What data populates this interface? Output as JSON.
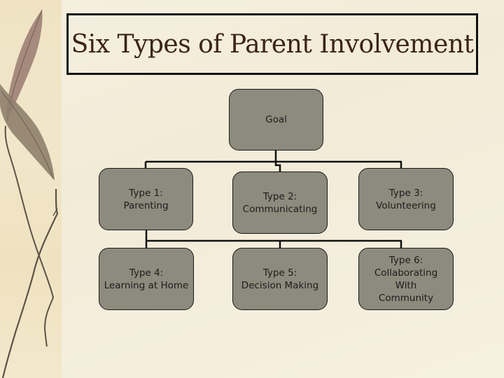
{
  "slide": {
    "title": "Six Types of Parent Involvement"
  },
  "diagram": {
    "root": {
      "label": "Goal"
    },
    "row1": [
      {
        "lines": [
          "Type 1:",
          "Parenting"
        ]
      },
      {
        "lines": [
          "Type 2:",
          "Communicating"
        ]
      },
      {
        "lines": [
          "Type 3:",
          "Volunteering"
        ]
      }
    ],
    "row2": [
      {
        "lines": [
          "Type 4:",
          "Learning at Home"
        ]
      },
      {
        "lines": [
          "Type 5:",
          "Decision Making"
        ]
      },
      {
        "lines": [
          "Type 6:",
          "Collaborating",
          "With",
          "Community"
        ]
      }
    ]
  },
  "colors": {
    "node_fill": "#8c8b7d",
    "node_border": "#1a1a1a",
    "title_text": "#3b2418",
    "background": "#f3ecd9"
  }
}
